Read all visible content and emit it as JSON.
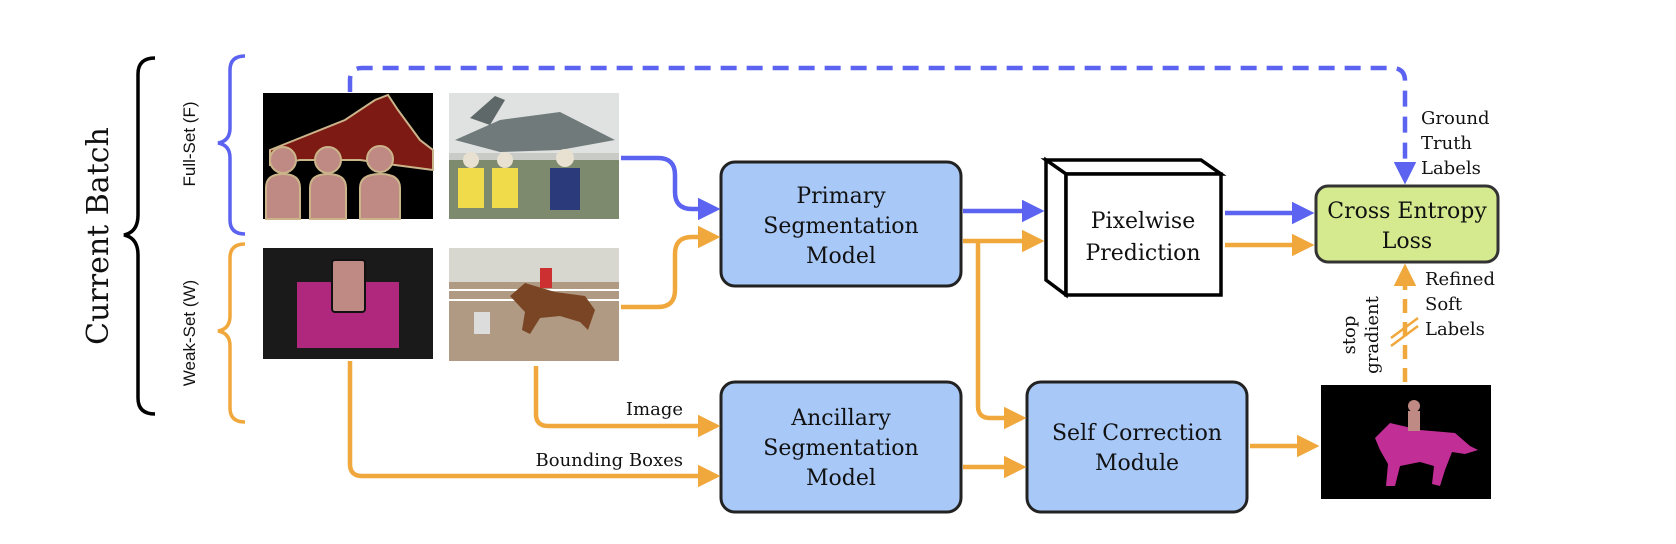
{
  "colors": {
    "full_set": "#5b63f0",
    "weak_set": "#f0a83c",
    "model_box_fill": "#a8c8f7",
    "loss_box_fill": "#d5ea8f",
    "box_stroke": "#222222"
  },
  "batch": {
    "label": "Current Batch"
  },
  "sets": {
    "full": {
      "label": "Full-Set (F)"
    },
    "weak": {
      "label": "Weak-Set (W)"
    }
  },
  "boxes": {
    "primary": {
      "lines": [
        "Primary",
        "Segmentation",
        "Model"
      ]
    },
    "ancillary": {
      "lines": [
        "Ancillary",
        "Segmentation",
        "Model"
      ]
    },
    "pixelwise": {
      "lines": [
        "Pixelwise",
        "Prediction"
      ]
    },
    "self_correction": {
      "lines": [
        "Self Correction",
        "Module"
      ]
    },
    "loss": {
      "lines": [
        "Cross Entropy",
        "Loss"
      ]
    }
  },
  "edge_labels": {
    "image": "Image",
    "bounding_boxes": "Bounding Boxes",
    "ground_truth": [
      "Ground",
      "Truth",
      "Labels"
    ],
    "refined": [
      "Refined",
      "Soft",
      "Labels"
    ],
    "stop_gradient": [
      "stop",
      "gradient"
    ]
  },
  "images": {
    "full_mask": "segmentation-mask-plane-people-icon",
    "full_photo": "photo-jet-crew-icon",
    "weak_mask": "bounding-box-mask-icon",
    "weak_photo": "photo-horse-rider-icon",
    "refined_mask": "refined-horse-mask-icon"
  }
}
